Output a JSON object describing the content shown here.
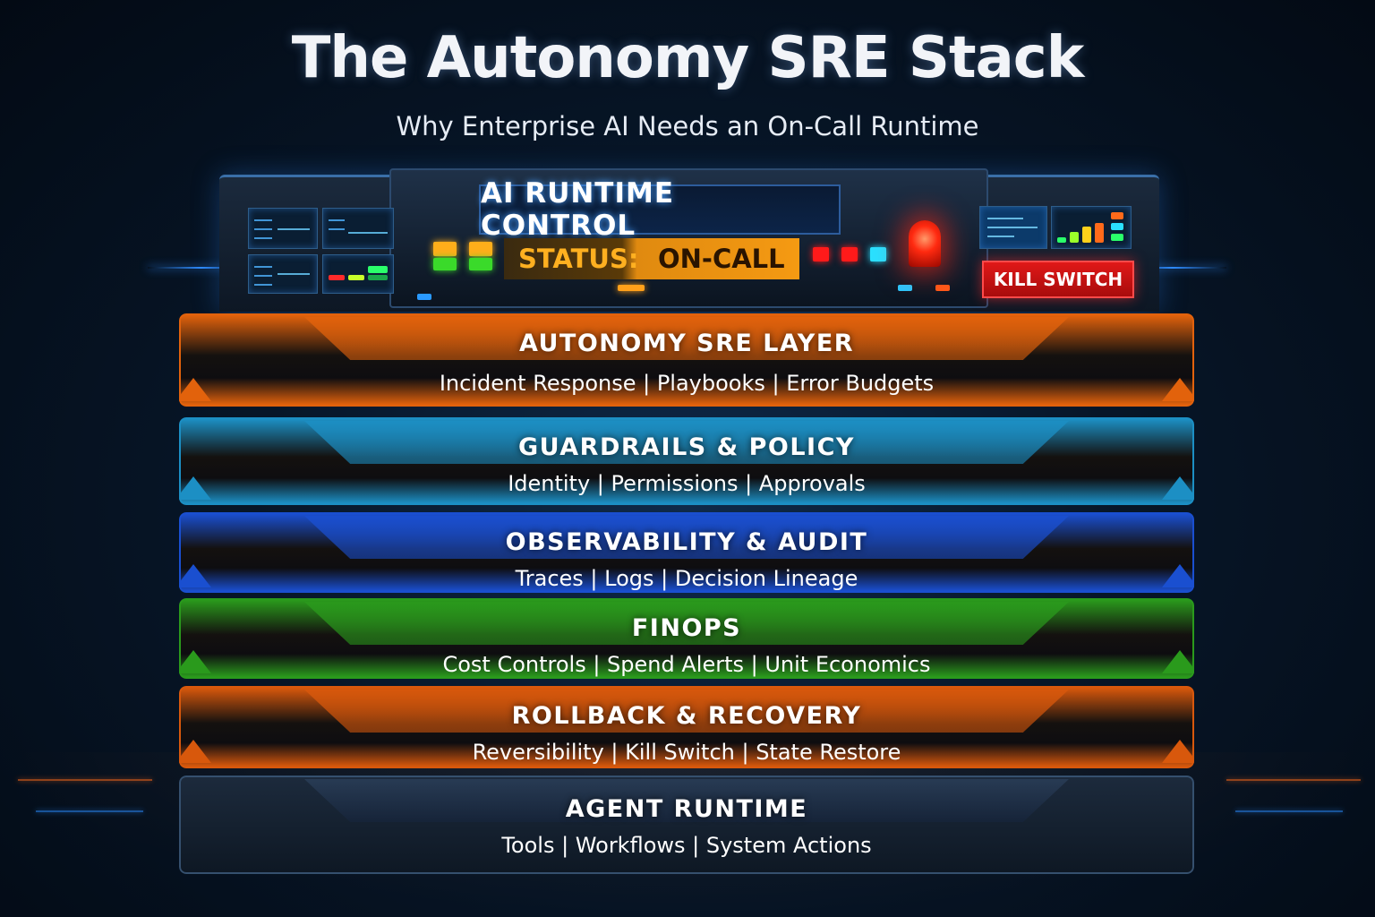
{
  "header": {
    "title": "The Autonomy SRE Stack",
    "subtitle": "Why Enterprise AI Needs an On-Call Runtime"
  },
  "console": {
    "title": "AI RUNTIME CONTROL",
    "status_label": "STATUS:",
    "status_value": "ON-CALL",
    "kill_switch": "KILL SWITCH"
  },
  "layers": [
    {
      "title": "AUTONOMY SRE LAYER",
      "items": "Incident Response | Playbooks | Error Budgets",
      "color": "#e2620c"
    },
    {
      "title": "GUARDRAILS & POLICY",
      "items": "Identity | Permissions | Approvals",
      "color": "#1c8fc4"
    },
    {
      "title": "OBSERVABILITY & AUDIT",
      "items": "Traces | Logs | Decision Lineage",
      "color": "#1a4fd0"
    },
    {
      "title": "FINOPS",
      "items": "Cost Controls | Spend Alerts | Unit Economics",
      "color": "#2a9a1c"
    },
    {
      "title": "ROLLBACK & RECOVERY",
      "items": "Reversibility | Kill Switch | State Restore",
      "color": "#d8580c"
    },
    {
      "title": "AGENT RUNTIME",
      "items": "Tools | Workflows | System Actions",
      "color": "#1c2a3c"
    }
  ]
}
